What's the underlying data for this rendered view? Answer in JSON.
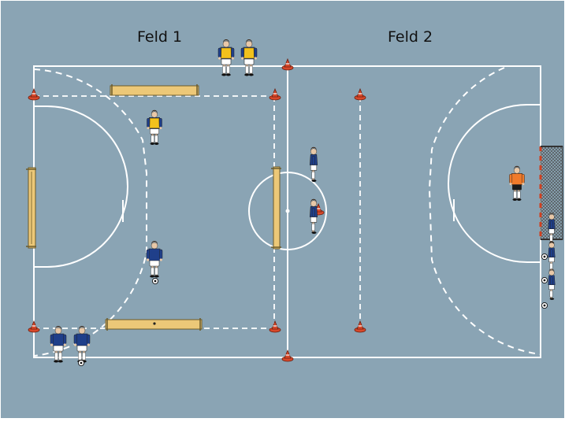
{
  "labels": {
    "field1": "Feld 1",
    "field2": "Feld 2"
  },
  "colors": {
    "background": "#8aa4b4",
    "line": "#ffffff",
    "cone": "#d8482a",
    "bench": "#ecc878",
    "bib": "#f2c11d",
    "jersey_blue": "#1f3f8a",
    "shorts": "#ffffff",
    "goalkeeper": "#f07a2a",
    "goal_net": "#333333"
  },
  "icons": {
    "cone": "traffic-cone",
    "bench": "gym-bench",
    "player": "player-figure",
    "ball": "football",
    "goal": "handball-goal"
  }
}
